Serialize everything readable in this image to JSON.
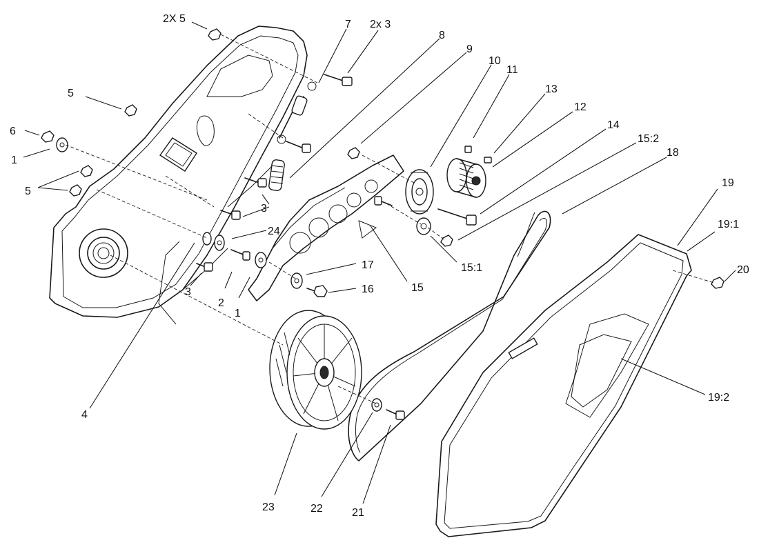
{
  "callouts": {
    "c_2x5": "2X 5",
    "c_7": "7",
    "c_2x3": "2x 3",
    "c_8": "8",
    "c_9": "9",
    "c_10": "10",
    "c_11": "11",
    "c_13": "13",
    "c_12": "12",
    "c_14": "14",
    "c_15_2": "15:2",
    "c_18": "18",
    "c_5a": "5",
    "c_6": "6",
    "c_1a": "1",
    "c_5b": "5",
    "c_3a": "3",
    "c_24": "24",
    "c_17": "17",
    "c_16": "16",
    "c_15": "15",
    "c_15_1": "15:1",
    "c_3b": "3",
    "c_2": "2",
    "c_1b": "1",
    "c_19": "19",
    "c_19_1": "19:1",
    "c_20": "20",
    "c_19_2": "19:2",
    "c_4": "4",
    "c_23": "23",
    "c_22": "22",
    "c_21": "21"
  }
}
